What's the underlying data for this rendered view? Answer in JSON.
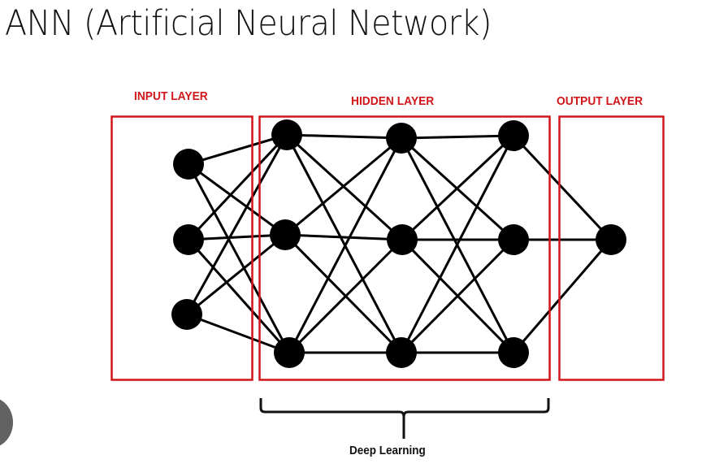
{
  "title": "ANN (Artificial Neural Network)",
  "layers": [
    {
      "id": "input",
      "label": "INPUT LAYER",
      "nodes": 3
    },
    {
      "id": "hidden",
      "label": "HIDDEN LAYER",
      "sublayers": 3,
      "nodes_per_sublayer": 3
    },
    {
      "id": "output",
      "label": "OUTPUT LAYER",
      "nodes": 1
    }
  ],
  "bracket_label": "Deep Learning",
  "colors": {
    "layer_box": "#d0161a",
    "node": "#000000",
    "edge": "#000000",
    "side_control": "#626262"
  },
  "icons": {
    "side_control": "circle-button-icon"
  }
}
